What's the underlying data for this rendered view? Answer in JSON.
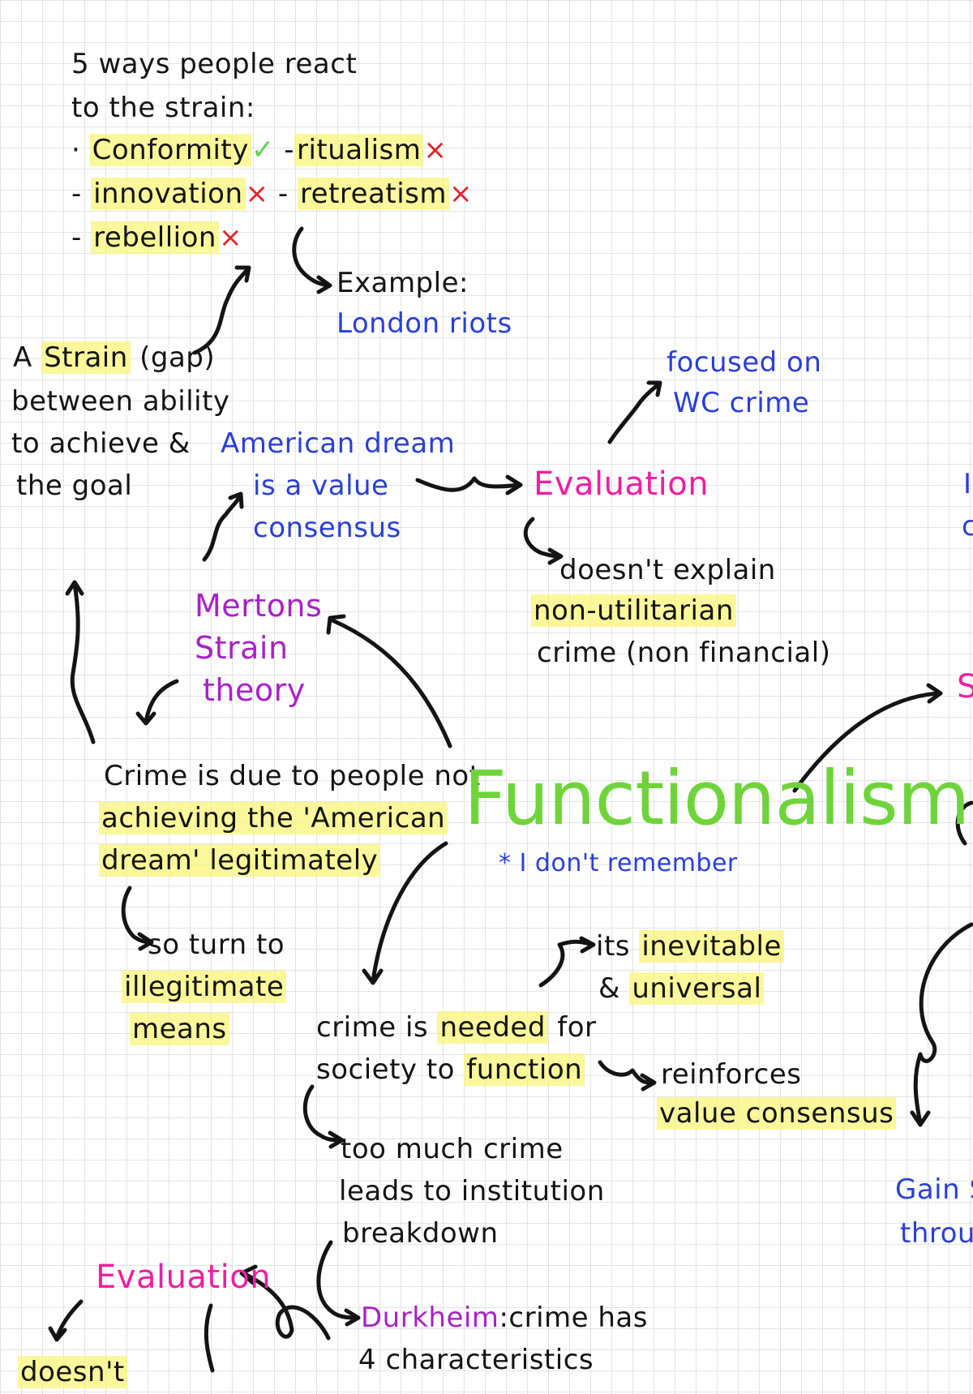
{
  "strain_reactions": {
    "title_line1": "5 ways people react",
    "title_line2": "to the strain:",
    "conformity": "Conformity",
    "ritualism": "ritualism",
    "innovation": "innovation",
    "retreatism": "retreatism",
    "rebellion": "rebellion",
    "check_mark": "✓",
    "cross_mark": "×",
    "dash": "-",
    "bullet": "·"
  },
  "example": {
    "label": "Example:",
    "value": "London riots"
  },
  "strain_def": {
    "line1_pre": "A",
    "line1_hl": "Strain",
    "line1_post": "(gap)",
    "line2": "between ability",
    "line3": "to achieve &",
    "line4": "the goal"
  },
  "american_dream": {
    "line1": "American dream",
    "line2": "is a value",
    "line3": "consensus"
  },
  "focused": {
    "line1": "focused on",
    "line2": "WC crime"
  },
  "evaluation_top": {
    "title": "Evaluation",
    "line1": "doesn't explain",
    "line2": "non-utilitarian",
    "line3": "crime (non financial)"
  },
  "merton": {
    "line1": "Mertons",
    "line2": "Strain",
    "line3": "theory"
  },
  "crime_due": {
    "line1": "Crime is due to people not",
    "line2": "achieving the 'American",
    "line3": "dream' legitimately"
  },
  "illegit": {
    "line1": "so turn to",
    "line2": "illegitimate",
    "line3": "means"
  },
  "center": {
    "title": "Functionalism",
    "note": "* I don't remember"
  },
  "inevitable": {
    "line1_pre": "its",
    "line1_hl": "inevitable",
    "line2_pre": "&",
    "line2_hl": "universal"
  },
  "crime_needed": {
    "line1_pre": "crime is",
    "line1_hl": "needed",
    "line1_post": "for",
    "line2_pre": "society to",
    "line2_hl": "function"
  },
  "reinforces": {
    "line1": "reinforces",
    "line2": "value consensus"
  },
  "too_much": {
    "line1": "too much crime",
    "line2": "leads to institution",
    "line3": "breakdown"
  },
  "durkheim": {
    "name": "Durkheim",
    "text": ":crime has",
    "line2": "4 characteristics"
  },
  "evaluation_bottom": {
    "title": "Evaluation",
    "cut": "doesn't"
  },
  "edge_right": {
    "top1": "I",
    "top2": "c",
    "mid1": "S",
    "gain1": "Gain S",
    "gain2": "throu"
  },
  "colors": {
    "functionalism": "#6fd43a",
    "evaluation": "#ee1ea3",
    "merton": "#a822c7",
    "blue_notes": "#2a3fd6",
    "highlight": "#f8f578"
  }
}
